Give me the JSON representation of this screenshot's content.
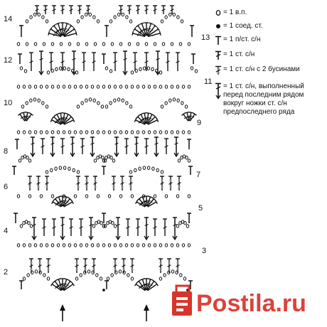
{
  "row_numbers": {
    "left": [
      "14",
      "12",
      "10",
      "8",
      "6",
      "4",
      "2"
    ],
    "right": [
      "13",
      "11",
      "9",
      "7",
      "5",
      "3"
    ]
  },
  "legend": [
    {
      "icon": "chain-oval-icon",
      "text": "= 1 в.п."
    },
    {
      "icon": "slip-stitch-dot-icon",
      "text": "= 1 соед. ст."
    },
    {
      "icon": "half-double-crochet-icon",
      "text": "= 1 п/ст. с/н"
    },
    {
      "icon": "double-crochet-icon",
      "text": "= 1 ст. с/н"
    },
    {
      "icon": "double-crochet-two-beads-icon",
      "text": "= 1 ст. с/н с 2 бусинами"
    },
    {
      "icon": "long-double-crochet-icon",
      "lines": [
        "= 1 ст. с/н, выполненный",
        "перед последним рядом",
        "вокруг ножки ст. с/н",
        "предпоследнего ряда"
      ]
    }
  ],
  "start_arrow_icon": "up-arrow-icon",
  "watermark": {
    "brand": "Postila.ru",
    "color": "#d9342b"
  },
  "colors": {
    "ink": "#111111",
    "bead": "#888888",
    "watermark": "#d9342b"
  }
}
